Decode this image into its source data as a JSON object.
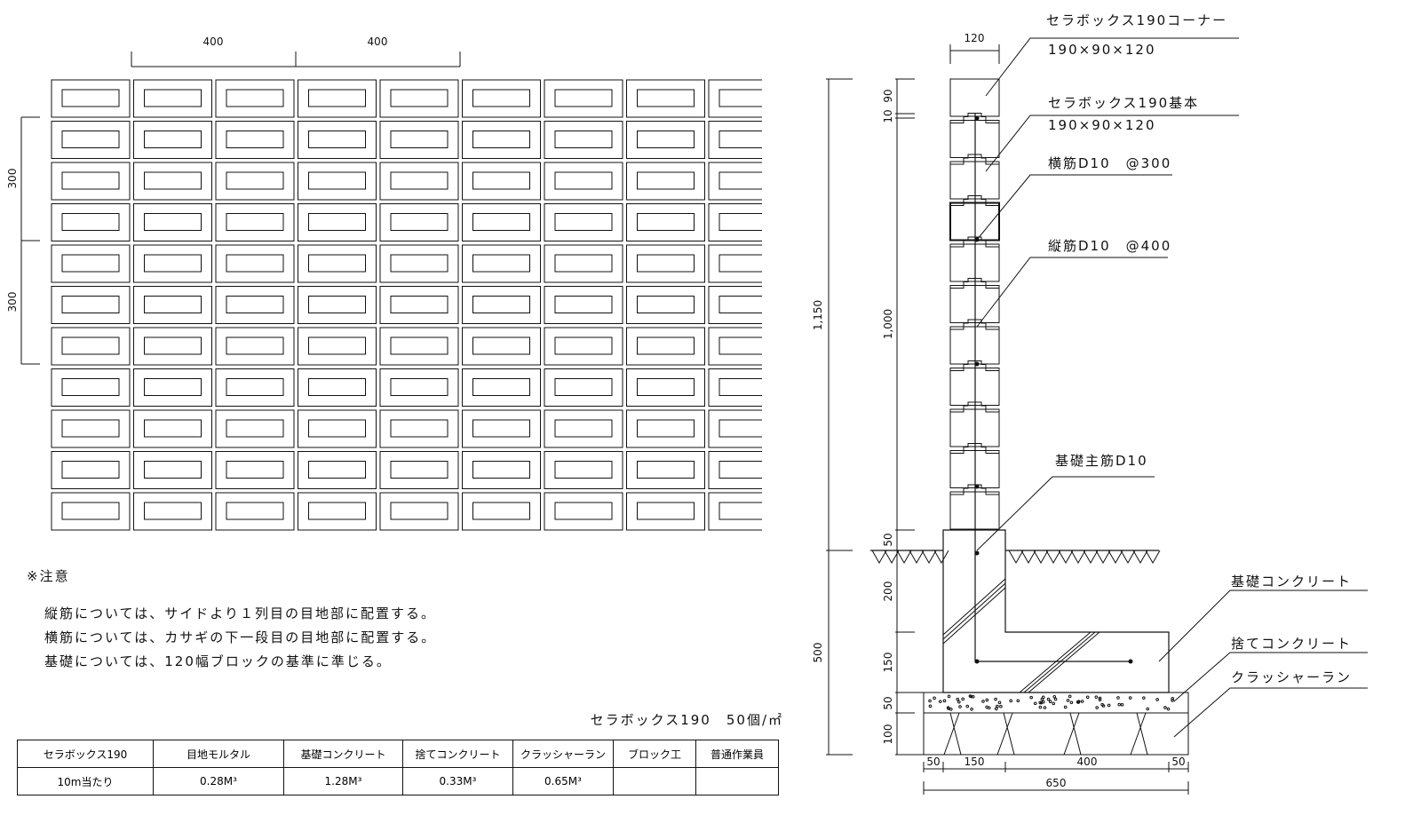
{
  "elevation": {
    "dims": {
      "top_a": "400",
      "top_b": "400",
      "left_a": "300",
      "left_b": "300"
    },
    "grid": {
      "rows": 11,
      "cols": 9
    }
  },
  "notes": {
    "title": "※注意",
    "lines": [
      "縦筋については、サイドより１列目の目地部に配置する。",
      "横筋については、カサギの下一段目の目地部に配置する。",
      "基礎については、120幅ブロックの基準に準じる。"
    ]
  },
  "quantity": {
    "caption": "セラボックス190　50個/㎡",
    "headers": [
      "セラボックス190",
      "目地モルタル",
      "基礎コンクリート",
      "捨てコンクリート",
      "クラッシャーラン",
      "ブロック工",
      "普通作業員"
    ],
    "row": [
      "10m当たり",
      "0.28M³",
      "1.28M³",
      "0.33M³",
      "0.65M³",
      "",
      ""
    ]
  },
  "section": {
    "labels": {
      "corner": "セラボックス190コーナー",
      "corner_size": "190×90×120",
      "basic": "セラボックス190基本",
      "basic_size": "190×90×120",
      "horizontal_bar": "横筋D10　@300",
      "vertical_bar": "縦筋D10　@400",
      "foundation_bar": "基礎主筋D10",
      "foundation_concrete": "基礎コンクリート",
      "leveling_concrete": "捨てコンクリート",
      "crusher_run": "クラッシャーラン"
    },
    "dims": {
      "width": "120",
      "d10": "10",
      "d90": "90",
      "total": "1,150",
      "wall": "1,000",
      "d50_top": "50",
      "d200": "200",
      "d150_v": "150",
      "d50_lev": "50",
      "d100": "100",
      "d500": "500",
      "b50a": "50",
      "b150": "150",
      "b400": "400",
      "b50b": "50",
      "b650": "650"
    }
  }
}
